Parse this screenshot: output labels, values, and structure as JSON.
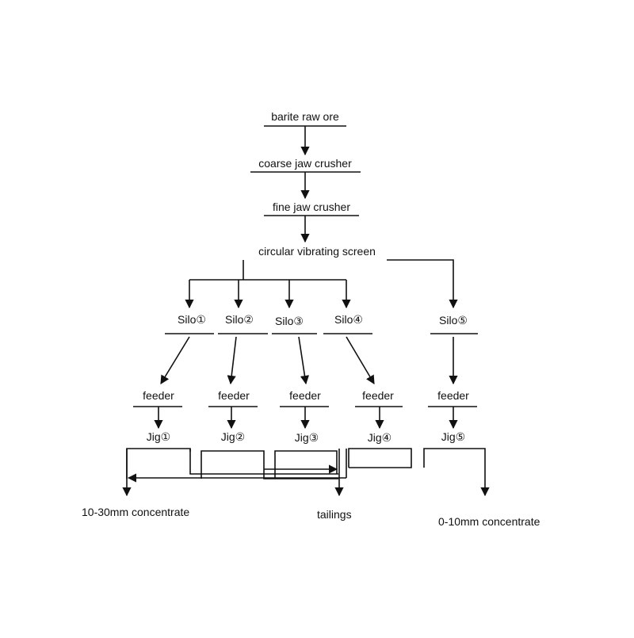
{
  "nodes": {
    "raw_ore": "barite raw ore",
    "coarse_crusher": "coarse jaw crusher",
    "fine_crusher": "fine jaw crusher",
    "screen": "circular vibrating screen",
    "silo1": "Silo①",
    "silo2": "Silo②",
    "silo3": "Silo③",
    "silo4": "Silo④",
    "silo5": "Silo⑤",
    "feeder1": "feeder",
    "feeder2": "feeder",
    "feeder3": "feeder",
    "feeder4": "feeder",
    "feeder5": "feeder",
    "jig1": "Jig①",
    "jig2": "Jig②",
    "jig3": "Jig③",
    "jig4": "Jig④",
    "jig5": "Jig⑤"
  },
  "outputs": {
    "coarse_concentrate": "10-30mm concentrate",
    "tailings": "tailings",
    "fine_concentrate": "0-10mm concentrate"
  },
  "colors": {
    "line": "#111111",
    "background": "#ffffff"
  }
}
